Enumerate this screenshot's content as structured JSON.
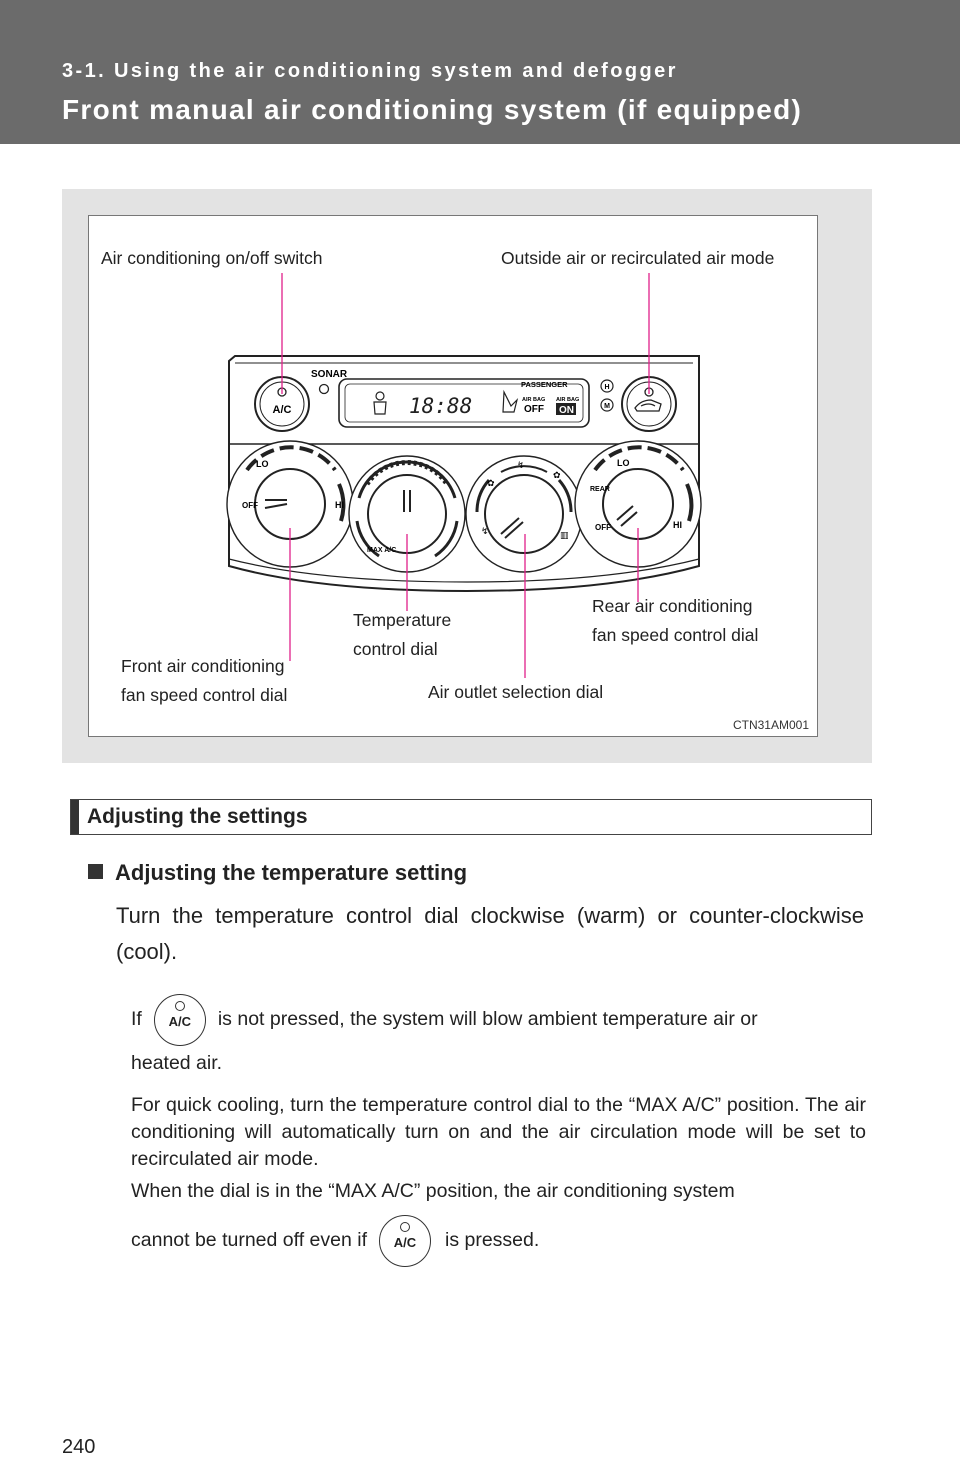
{
  "header": {
    "section": "3-1. Using the air conditioning system and defogger",
    "title": "Front manual air conditioning system (if equipped)"
  },
  "figure": {
    "callouts": {
      "ac_switch": "Air conditioning on/off switch",
      "air_mode": "Outside air or recirculated air mode",
      "temp_line1": "Temperature",
      "temp_line2": "control dial",
      "rear_fan_line1": "Rear air conditioning",
      "rear_fan_line2": "fan speed control dial",
      "front_fan_line1": "Front air conditioning",
      "front_fan_line2": "fan speed control dial",
      "outlet": "Air outlet selection dial"
    },
    "panel": {
      "sonar": "SONAR",
      "ac_button": "A/C",
      "display_time": "18:88",
      "passenger": "PASSENGER",
      "airbag_off_label": "AIR BAG",
      "airbag_off_state": "OFF",
      "airbag_on_label": "AIR BAG",
      "airbag_on_state": "ON",
      "h": "H",
      "m": "M",
      "lo": "LO",
      "hi": "HI",
      "off": "OFF",
      "max_ac": "MAX A/C",
      "rear": "REAR"
    },
    "code": "CTN31AM001"
  },
  "section": {
    "heading": "Adjusting the settings",
    "subheading": "Adjusting the temperature setting",
    "body": "Turn the temperature control dial clockwise (warm) or counter-clockwise (cool).",
    "note1_pre": "If",
    "note1_post": "is not pressed, the system will blow ambient temperature air or",
    "note1_cont": "heated air.",
    "note2": "For quick cooling, turn the temperature control dial to the “MAX A/C” position. The air conditioning will automatically turn on and the air circulation mode will be set to recirculated air mode.",
    "note3": "When the dial is in the “MAX A/C” position, the air conditioning system",
    "note4_pre": "cannot be turned off even if",
    "note4_post": "is pressed.",
    "ac_icon_label": "A/C"
  },
  "page_number": "240"
}
